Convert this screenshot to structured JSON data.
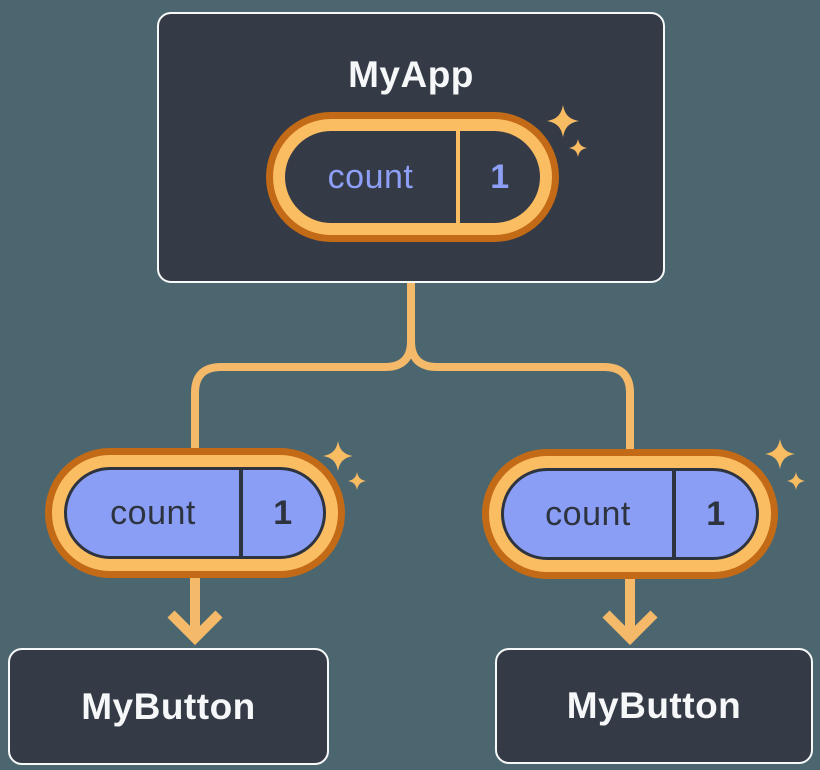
{
  "nodes": {
    "parent": {
      "title": "MyApp"
    },
    "children": [
      {
        "title": "MyButton"
      },
      {
        "title": "MyButton"
      }
    ]
  },
  "pills": [
    {
      "name": "count",
      "value": "1"
    },
    {
      "name": "count",
      "value": "1"
    },
    {
      "name": "count",
      "value": "1"
    }
  ],
  "icons": {
    "sparkle": "four-point-star"
  },
  "colors": {
    "background": "#4c6670",
    "node-fill": "#353b46",
    "node-border": "#f7f8f8",
    "node-text": "#f6f7f9",
    "ring-outer": "#c26a16",
    "ring-inner": "#fabd62",
    "connector": "#f5b96a",
    "sparkle": "#f8bc62",
    "lavender": "#8b9ef5",
    "ink": "#2d3440",
    "purple-text": "#8e9ff7"
  }
}
